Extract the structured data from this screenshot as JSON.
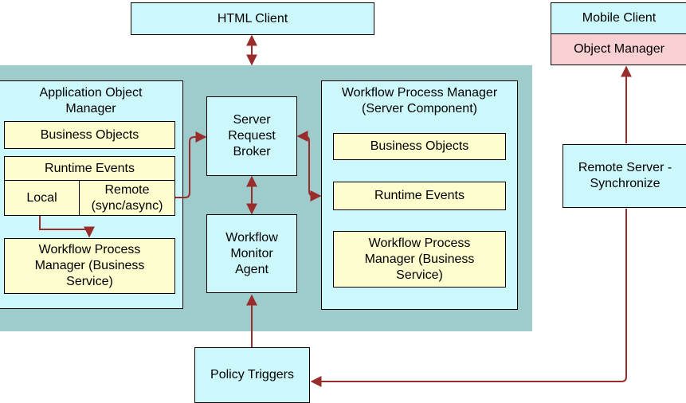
{
  "colors": {
    "panel": "#9ecbcc",
    "component": "#ccf8fc",
    "business": "#fdfdcd",
    "object_manager": "#f9d0d2",
    "arrow": "#9a2c2c"
  },
  "html_client": "HTML Client",
  "mobile_client": {
    "title": "Mobile Client",
    "object_manager": "Object Manager"
  },
  "aom": {
    "title": "Application Object Manager",
    "business_objects": "Business Objects",
    "runtime_events": "Runtime Events",
    "local": "Local",
    "remote": "Remote (sync/async)",
    "workflow_process_manager": "Workflow Process Manager (Business Service)"
  },
  "server_request_broker": "Server Request Broker",
  "workflow_monitor_agent": "Workflow Monitor Agent",
  "wpm_server": {
    "title": "Workflow Process Manager (Server Component)",
    "business_objects": "Business Objects",
    "runtime_events": "Runtime Events",
    "workflow_process_manager": "Workflow Process Manager (Business Service)"
  },
  "remote_server": "Remote Server - Synchronize",
  "policy_triggers": "Policy Triggers"
}
